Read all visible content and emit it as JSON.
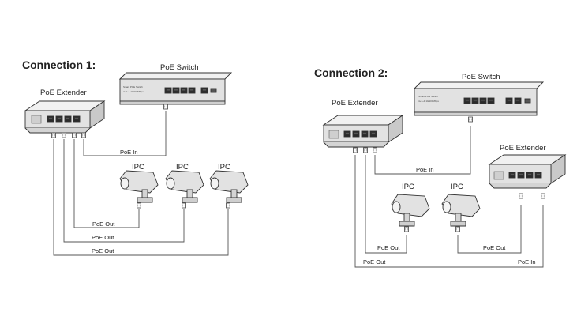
{
  "connection1": {
    "title": "Connection 1:",
    "switch_label": "PoE Switch",
    "switch_text_1": "Smart POE Switch",
    "switch_text_2": "4+1+1 10/100Mbps",
    "extender_label": "PoE Extender",
    "ipc_labels": [
      "IPC",
      "IPC",
      "IPC"
    ],
    "poe_in": "PoE In",
    "poe_out_labels": [
      "PoE Out",
      "PoE Out",
      "PoE Out"
    ]
  },
  "connection2": {
    "title": "Connection 2:",
    "switch_label": "PoE Switch",
    "switch_text_1": "Smart POE Switch",
    "switch_text_2": "4+1+1 10/100Mbps",
    "extender1_label": "PoE Extender",
    "extender2_label": "PoE Extender",
    "ipc_labels": [
      "IPC",
      "IPC"
    ],
    "poe_in_1": "PoE In",
    "poe_in_2": "PoE In",
    "poe_out_labels": [
      "PoE Out",
      "PoE Out",
      "PoE Out"
    ]
  },
  "colors": {
    "line": "#555555",
    "device_fill": "#e2e2e2",
    "port": "#2a2a2a"
  }
}
